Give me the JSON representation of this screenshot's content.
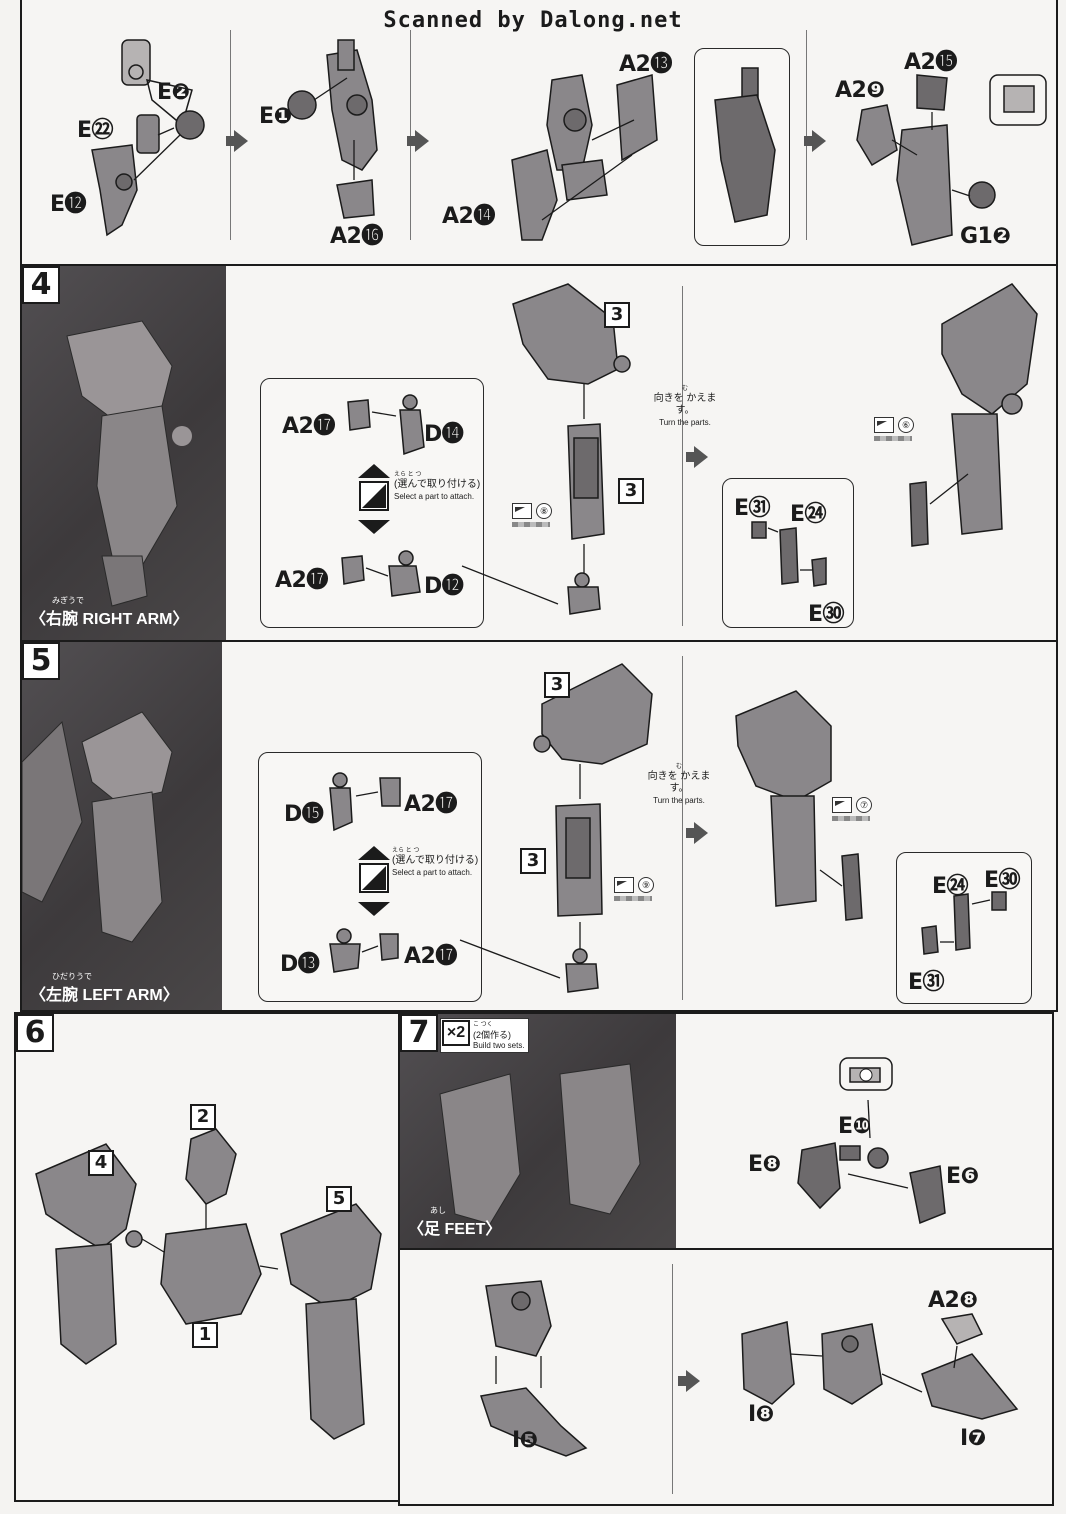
{
  "header": "Scanned by Dalong.net",
  "step3": {
    "labels": [
      "E㉒",
      "E❷",
      "E⓬",
      "E❶",
      "A2⓰",
      "A2⓭",
      "A2⓮",
      "A2⓯",
      "A2❾",
      "G1❷"
    ]
  },
  "step4": {
    "number": "4",
    "caption_ruby": "みぎうで",
    "caption": "〈右腕 RIGHT ARM〉",
    "option_a": [
      "A2⓱",
      "D⓮"
    ],
    "option_b": [
      "A2⓱",
      "D⓬"
    ],
    "select_ruby": "えら  と  つ",
    "select_jp": "(選んで取り付ける)",
    "select_en": "Select a part to attach.",
    "box3_top": "3",
    "box3_mid": "3",
    "sticker_a": "⑧",
    "turn_ruby": "む",
    "turn_jp": "向きを かえます。",
    "turn_en": "Turn the parts.",
    "sticker_b": "⑥",
    "sub_parts": [
      "E㉛",
      "E㉔",
      "E㉚"
    ]
  },
  "step5": {
    "number": "5",
    "caption_ruby": "ひだりうで",
    "caption": "〈左腕 LEFT ARM〉",
    "option_a": [
      "D⓯",
      "A2⓱"
    ],
    "option_b": [
      "D⓭",
      "A2⓱"
    ],
    "select_ruby": "えら  と  つ",
    "select_jp": "(選んで取り付ける)",
    "select_en": "Select a part to attach.",
    "box3_top": "3",
    "box3_mid": "3",
    "sticker_a": "⑨",
    "turn_ruby": "む",
    "turn_jp": "向きを かえます。",
    "turn_en": "Turn the parts.",
    "sticker_b": "⑦",
    "sub_parts": [
      "E㉔",
      "E㉚",
      "E㉛"
    ]
  },
  "step6": {
    "number": "6",
    "refs": [
      "2",
      "4",
      "5",
      "1"
    ]
  },
  "step7": {
    "number": "7",
    "x2": "×2",
    "sets_ruby": "こ  つく",
    "sets_jp": "(2個作る)",
    "sets_en": "Build two sets.",
    "caption_ruby": "あし",
    "caption": "〈足 FEET〉",
    "top_parts": [
      "E❿",
      "E❽",
      "E❻"
    ],
    "bottom_parts": [
      "I❺",
      "A2❽",
      "I❽",
      "I❼"
    ]
  }
}
